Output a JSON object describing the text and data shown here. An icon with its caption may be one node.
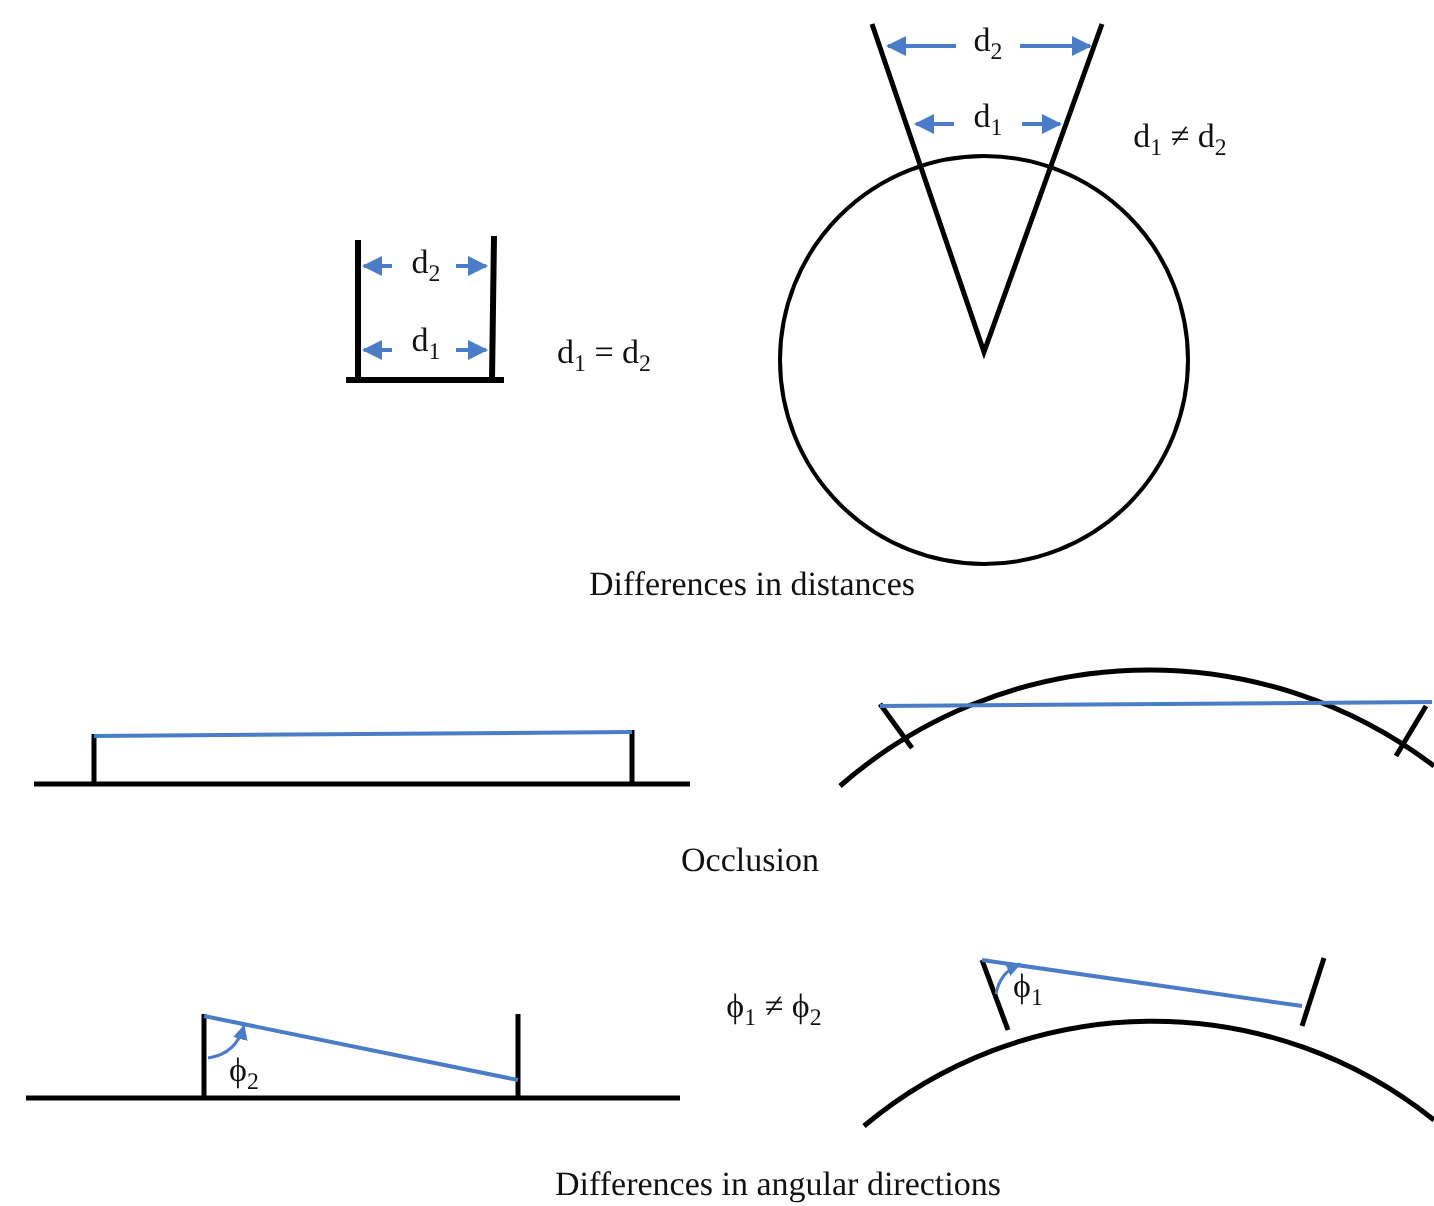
{
  "diagram": {
    "labels": [
      "d$_{2}$",
      "d$_{1}$",
      "d$_{1}$ ≠ d$_{2}$",
      "d$_{2}$",
      "d$_{1}$",
      "d$_{1}$ = d$_{2}$",
      "Differences in distances",
      "Occlusion",
      "ϕ$_{1}$ ≠ ϕ$_{2}$",
      "ϕ$_{1}$",
      "ϕ$_{2}$",
      "Differences in angular directions"
    ]
  }
}
